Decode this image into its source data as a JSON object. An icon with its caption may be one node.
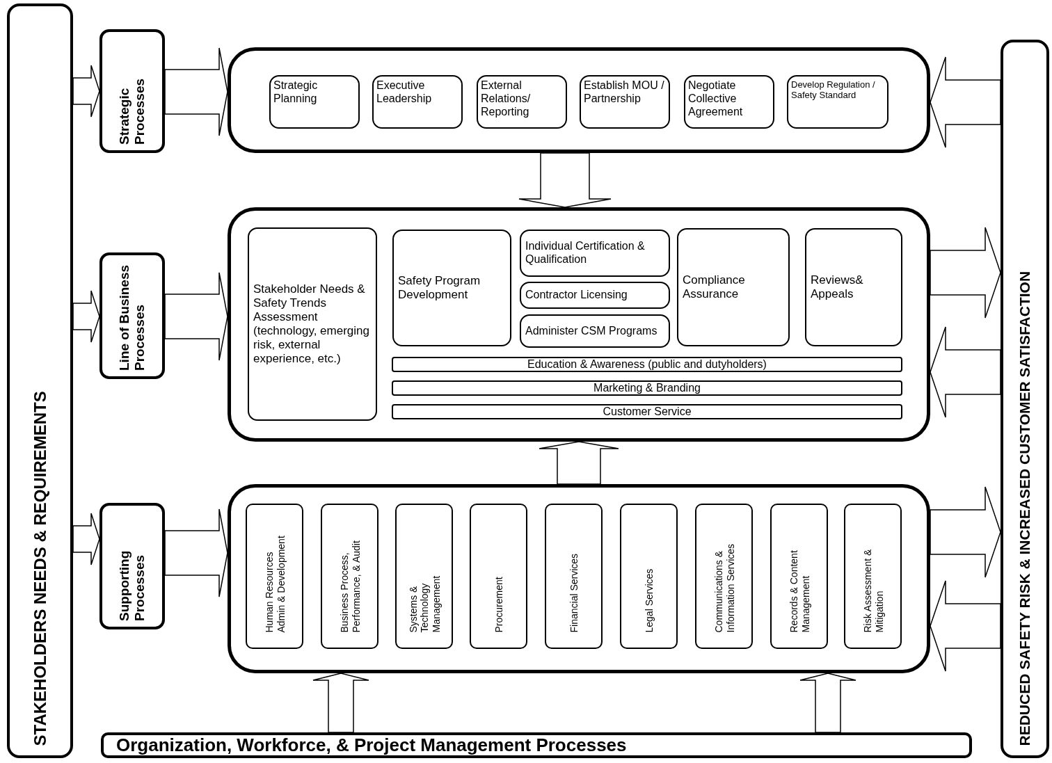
{
  "diagram": {
    "nodes": [
      {
        "text": [
          "STAKEHOLDERS NEEDS & REQUIREMENTS"
        ]
      },
      {
        "text": [
          "Strategic Processes"
        ]
      },
      {
        "text": [
          "Line of Business Processes"
        ]
      },
      {
        "text": [
          "Supporting Processes"
        ]
      },
      {
        "text": [],
        "shape": "box"
      },
      {
        "text": [
          "Strategic Planning"
        ],
        "in": 4
      },
      {
        "text": [
          "Executive Leadership"
        ],
        "in": 4
      },
      {
        "text": [
          "External Relations/ Reporting"
        ],
        "in": 4
      },
      {
        "text": [
          "Establish MOU / Partnership"
        ],
        "in": 4
      },
      {
        "text": [
          "Negotiate Collective Agreement"
        ],
        "in": 4
      },
      {
        "text": [
          "Develop Regulation / Safety Standard"
        ],
        "in": 4
      },
      {
        "text": [],
        "shape": "box"
      },
      {
        "text": [
          "Stakeholder Needs & Safety Trends Assessment (technology, emerging risk, external experience, etc.)"
        ],
        "in": 11
      },
      {
        "text": [
          "Safety Program Development"
        ],
        "in": 11
      },
      {
        "text": [
          "Individual Certification & Qualification"
        ],
        "in": 11
      },
      {
        "text": [
          "Contractor Licensing"
        ],
        "in": 11
      },
      {
        "text": [
          "Administer CSM Programs"
        ],
        "in": 11
      },
      {
        "text": [
          "Compliance Assurance"
        ],
        "in": 11
      },
      {
        "text": [
          "Reviews& Appeals"
        ],
        "in": 11
      },
      {
        "text": [
          "Education & Awareness (public and dutyholders)"
        ],
        "in": 11
      },
      {
        "text": [
          "Marketing & Branding"
        ],
        "in": 11
      },
      {
        "text": [
          "Customer Service"
        ],
        "in": 11
      },
      {
        "text": [],
        "shape": "box"
      },
      {
        "text": [
          "Human Resources Admin & Development"
        ],
        "in": 22
      },
      {
        "text": [
          "Business Process, Performance, & Audit"
        ],
        "in": 22
      },
      {
        "text": [
          "Systems & Technology Management"
        ],
        "in": 22
      },
      {
        "text": [
          "Procurement"
        ],
        "in": 22
      },
      {
        "text": [
          "Financial Services"
        ],
        "in": 22
      },
      {
        "text": [
          "Legal Services"
        ],
        "in": 22
      },
      {
        "text": [
          "Communications & Information Services"
        ],
        "in": 22
      },
      {
        "text": [
          "Records & Content Management"
        ],
        "in": 22
      },
      {
        "text": [
          "Risk Assessment & Mitigation"
        ],
        "in": 22
      },
      {
        "text": [
          "Organization, Workforce, & Project Management Processes"
        ]
      },
      {
        "text": [
          "REDUCED SAFETY RISK & INCREASED CUSTOMER SATISFACTION"
        ]
      }
    ],
    "edges": [
      {
        "from": 0,
        "to": 1,
        "arrow": "to"
      },
      {
        "from": 0,
        "to": 2,
        "arrow": "to"
      },
      {
        "from": 0,
        "to": 3,
        "arrow": "to"
      },
      {
        "from": 1,
        "to": 4,
        "arrow": "to"
      },
      {
        "from": 2,
        "to": 11,
        "arrow": "to"
      },
      {
        "from": 3,
        "to": 22,
        "arrow": "to"
      },
      {
        "from": 4,
        "to": 11,
        "arrow": "to"
      },
      {
        "from": 22,
        "to": 11,
        "arrow": "to"
      },
      {
        "from": 32,
        "to": 22,
        "arrow": "to"
      },
      {
        "from": 32,
        "to": 22,
        "arrow": "to"
      },
      {
        "from": 33,
        "to": 4,
        "arrow": "to"
      },
      {
        "from": 11,
        "to": 33,
        "arrow": "to"
      },
      {
        "from": 33,
        "to": 11,
        "arrow": "to"
      },
      {
        "from": 22,
        "to": 33,
        "arrow": "to"
      },
      {
        "from": 33,
        "to": 22,
        "arrow": "to"
      }
    ]
  }
}
